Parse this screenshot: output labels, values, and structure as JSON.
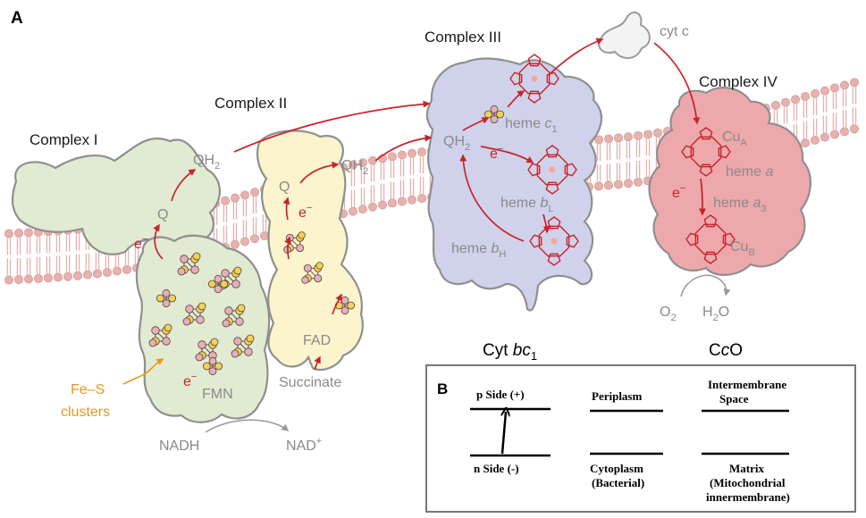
{
  "panel_a": {
    "letter": "A",
    "complex1": "Complex I",
    "complex2": "Complex II",
    "complex3": "Complex III",
    "complex4": "Complex IV",
    "q": "Q",
    "qh2": "QH",
    "sub2": "2",
    "electron": "e",
    "minus": "−",
    "fes_line1": "Fe–S",
    "fes_line2": "clusters",
    "fmn": "FMN",
    "fad": "FAD",
    "succinate": "Succinate",
    "nadh": "NADH",
    "nad": "NAD",
    "plus": "+",
    "cytc": "cyt c",
    "heme": "heme",
    "c1_letter": "c",
    "c1_sub": "1",
    "b_letter": "b",
    "bl_sub": "L",
    "bh_sub": "H",
    "a_letter": "a",
    "a3_sub": "3",
    "cu": "Cu",
    "cua_sub": "A",
    "cub_sub": "B",
    "o2": "O",
    "h2o_h": "H",
    "h2o_o": "O",
    "cytbc1_prefix": "Cyt ",
    "cytbc1_letters": "bc",
    "cytbc1_sub": "1",
    "cco_c1": "C",
    "cco_c2": "c",
    "cco_o": "O"
  },
  "panel_b": {
    "letter": "B",
    "p_side": "p Side (+)",
    "n_side": "n Side (-)",
    "periplasm": "Periplasm",
    "cytoplasm": "Cytoplasm",
    "bacterial": "(Bacterial)",
    "intermembrane": "Intermembrane",
    "space": "Space",
    "matrix": "Matrix",
    "mito": "(Mitochondrial",
    "innermem": "innermembrane)"
  },
  "colors": {
    "membrane": "#e6b2ae",
    "complex1": "#e0ebd2",
    "complex2": "#fbf4cd",
    "complex3": "#cfd2ea",
    "complex4": "#eda8ac",
    "arrow": "#c8232b",
    "fes_label": "#e8971e",
    "fe_atom": "#e5b1b6",
    "s_atom": "#f1d256"
  }
}
